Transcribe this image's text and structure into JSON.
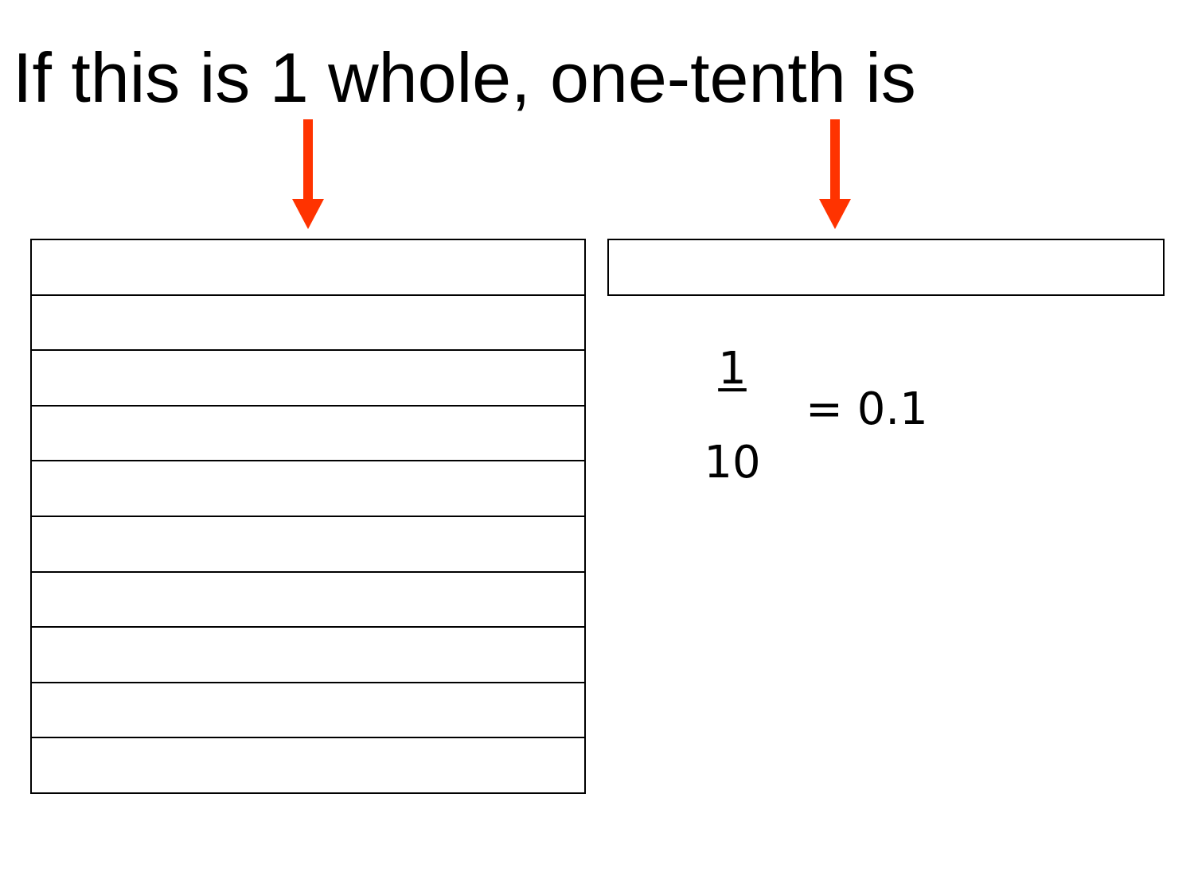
{
  "title": "If this is 1 whole, one-tenth is",
  "whole": {
    "strip_count": 10
  },
  "fraction": {
    "numerator": "1",
    "denominator": "10",
    "equals_text": "= 0.1"
  },
  "colors": {
    "arrow": "#ff3300",
    "line": "#000000",
    "background": "#ffffff"
  },
  "icons": [
    "arrow-down-icon"
  ]
}
